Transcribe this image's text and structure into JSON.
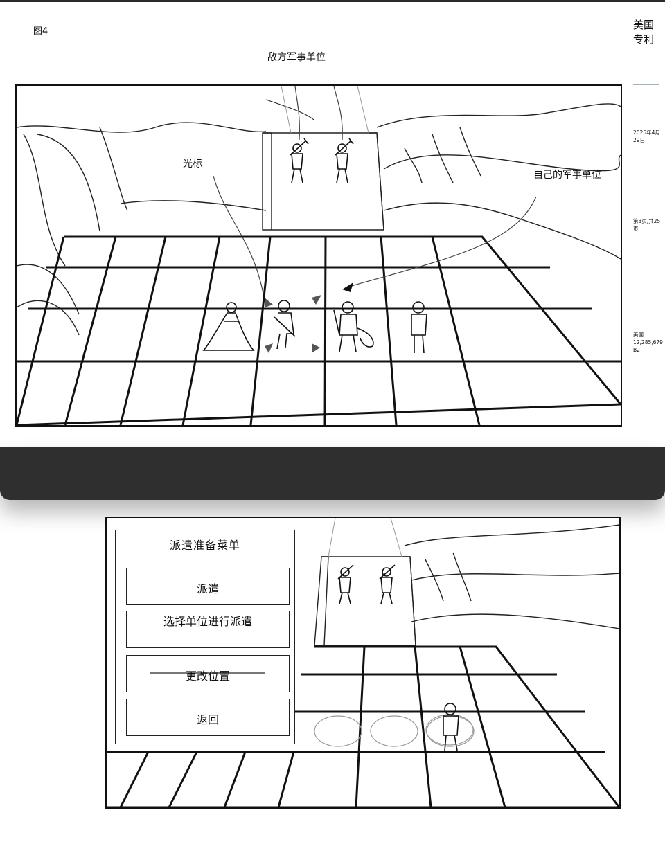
{
  "header": {
    "figure_label": "图4",
    "patent_title": "美国专利",
    "date": "2025年4月29日",
    "sheet": "第3页,共25页",
    "patent_number": "美国 12,285,679 B2"
  },
  "figure_top": {
    "labels": {
      "enemy_units": "敌方军事单位",
      "cursor": "光标",
      "own_units": "自己的军事单位"
    }
  },
  "dispatch_menu": {
    "title": "派遣准备菜单",
    "items": [
      {
        "label": "派遣"
      },
      {
        "label": "选择单位进行派遣"
      },
      {
        "label": "更改位置"
      },
      {
        "label": "返回"
      }
    ]
  }
}
